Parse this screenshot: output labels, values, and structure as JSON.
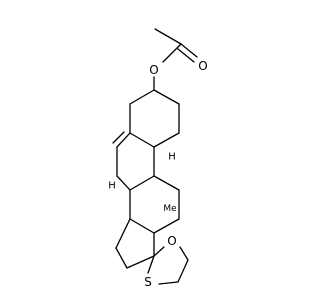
{
  "structure": {
    "atoms": {
      "oxygen_ester": "O",
      "oxygen_carbonyl": "O",
      "oxygen_ring": "O",
      "sulfur": "S",
      "h_c9": "H",
      "h_c8": "H",
      "methyl": "Me"
    }
  }
}
